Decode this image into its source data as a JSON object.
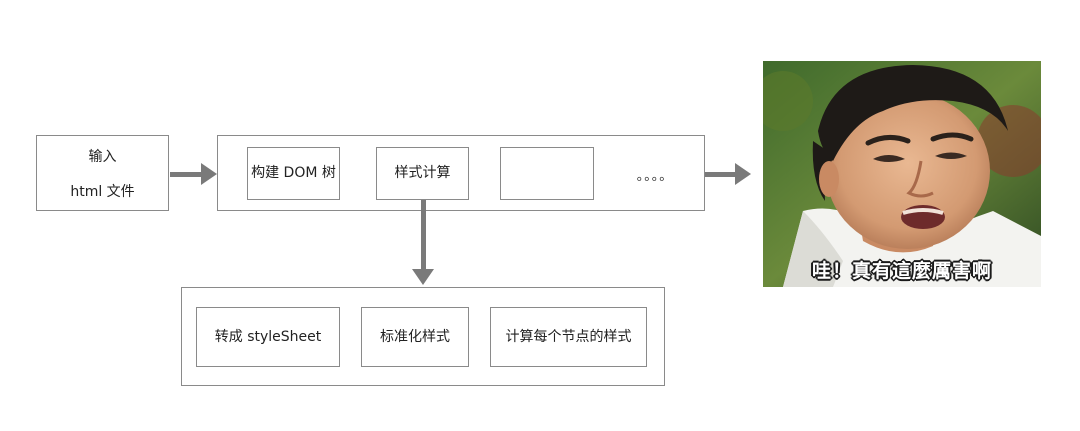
{
  "input_box": {
    "line1": "输入",
    "line2": "html 文件"
  },
  "pipeline": {
    "steps": [
      "构建 DOM 树",
      "样式计算",
      ""
    ],
    "ellipsis": "。。。。"
  },
  "style_calc": {
    "steps": [
      "转成 styleSheet",
      "标准化样式",
      "计算每个节点的样式"
    ]
  },
  "meme": {
    "caption": "哇！真有這麼厲害啊"
  },
  "colors": {
    "border": "#8a8a8a",
    "arrow": "#7a7a7a",
    "text": "#222222"
  }
}
